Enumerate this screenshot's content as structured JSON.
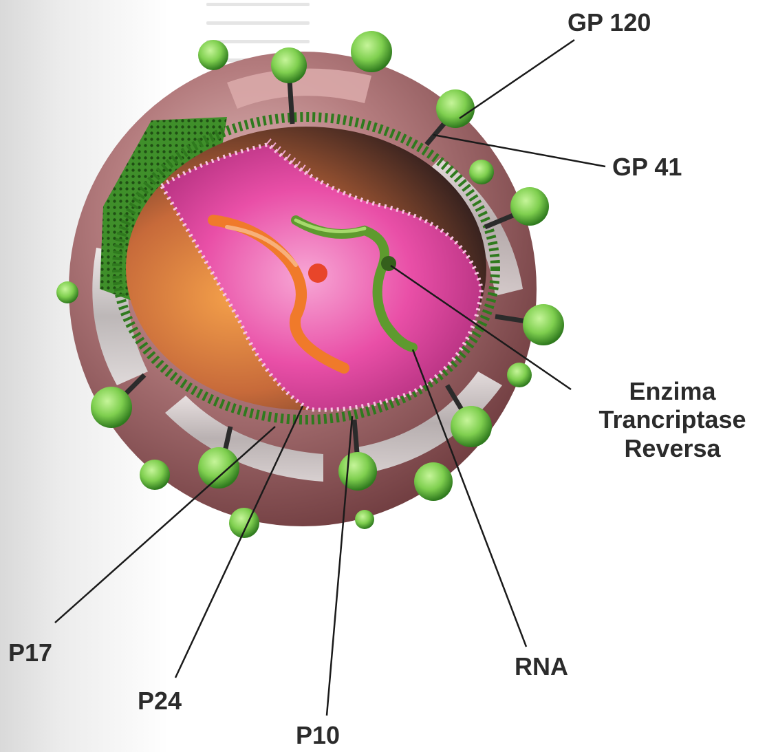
{
  "labels": {
    "gp120": "GP 120",
    "gp41": "GP 41",
    "enzyme_line1": "Enzima",
    "enzyme_line2": "Trancriptase",
    "enzyme_line3": "Reversa",
    "p17": "P17",
    "p24": "P24",
    "p10": "P10",
    "rna": "RNA"
  },
  "colors": {
    "envelope": "#a86a6c",
    "membrane_green": "#3f8f2a",
    "knob_green": "#7fcf4f",
    "capsid_pink": "#e0459e",
    "interior_pink": "#f25fb2",
    "rna_orange": "#f07a2a",
    "enzyme_green": "#5e9a2e",
    "leader_line": "#1a1a1a",
    "label_text": "#2b2b2b"
  }
}
